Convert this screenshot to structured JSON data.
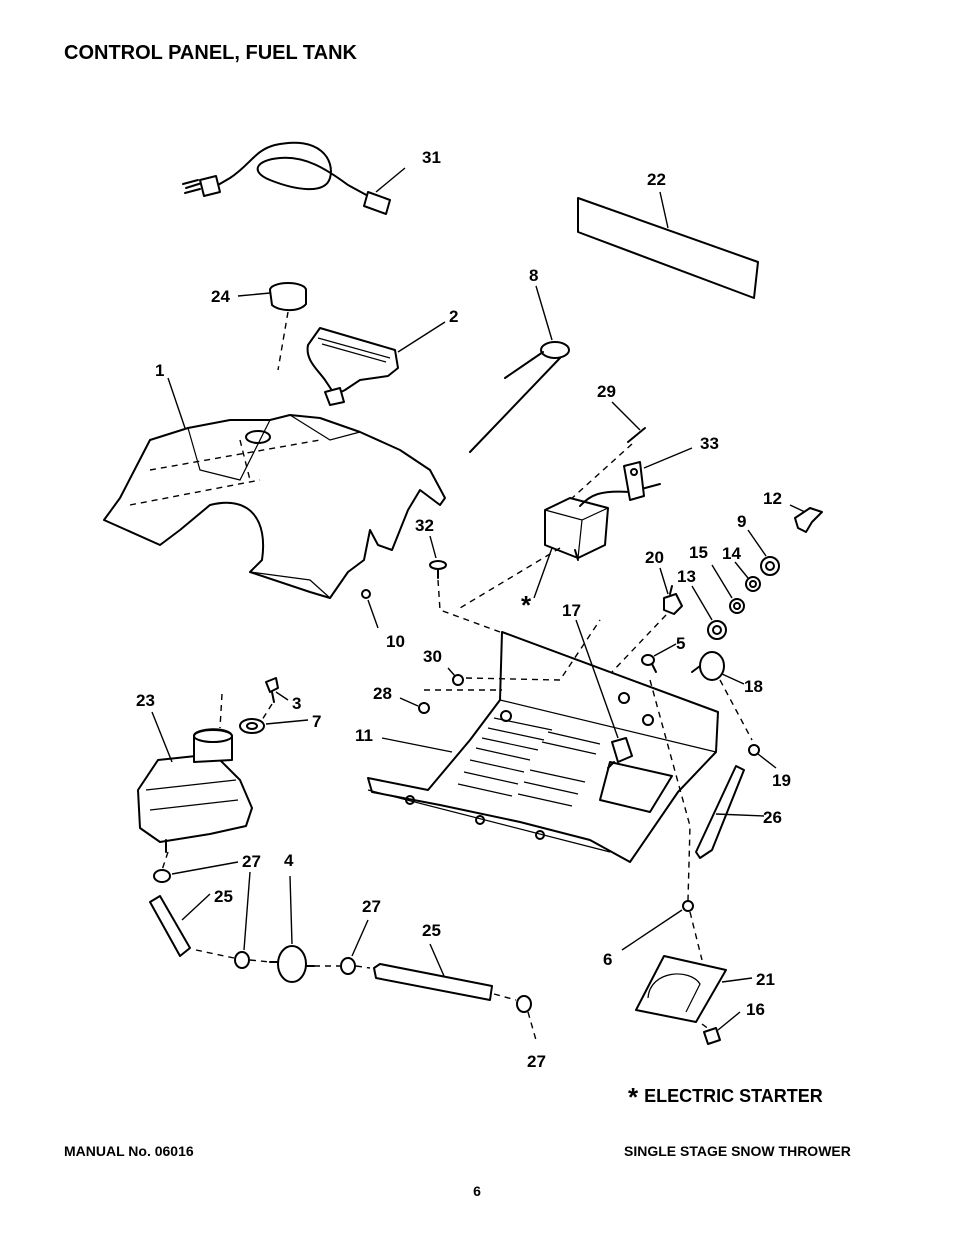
{
  "header": {
    "title": "CONTROL PANEL, FUEL TANK"
  },
  "legend": {
    "symbol": "*",
    "text": "ELECTRIC STARTER"
  },
  "footer": {
    "manual": "MANUAL No. 06016",
    "product": "SINGLE STAGE SNOW THROWER",
    "page": "6"
  },
  "callouts": {
    "c1": "1",
    "c2": "2",
    "c3": "3",
    "c4": "4",
    "c5": "5",
    "c6": "6",
    "c7": "7",
    "c8": "8",
    "c9": "9",
    "c10": "10",
    "c11": "11",
    "c12": "12",
    "c13": "13",
    "c14": "14",
    "c15": "15",
    "c16": "16",
    "c17": "17",
    "c18": "18",
    "c19": "19",
    "c20": "20",
    "c21": "21",
    "c22": "22",
    "c23": "23",
    "c24": "24",
    "c25a": "25",
    "c25b": "25",
    "c26": "26",
    "c27a": "27",
    "c27b": "27",
    "c27c": "27",
    "c28": "28",
    "c29": "29",
    "c30": "30",
    "c31": "31",
    "c32": "32",
    "c33": "33",
    "star": "*"
  }
}
